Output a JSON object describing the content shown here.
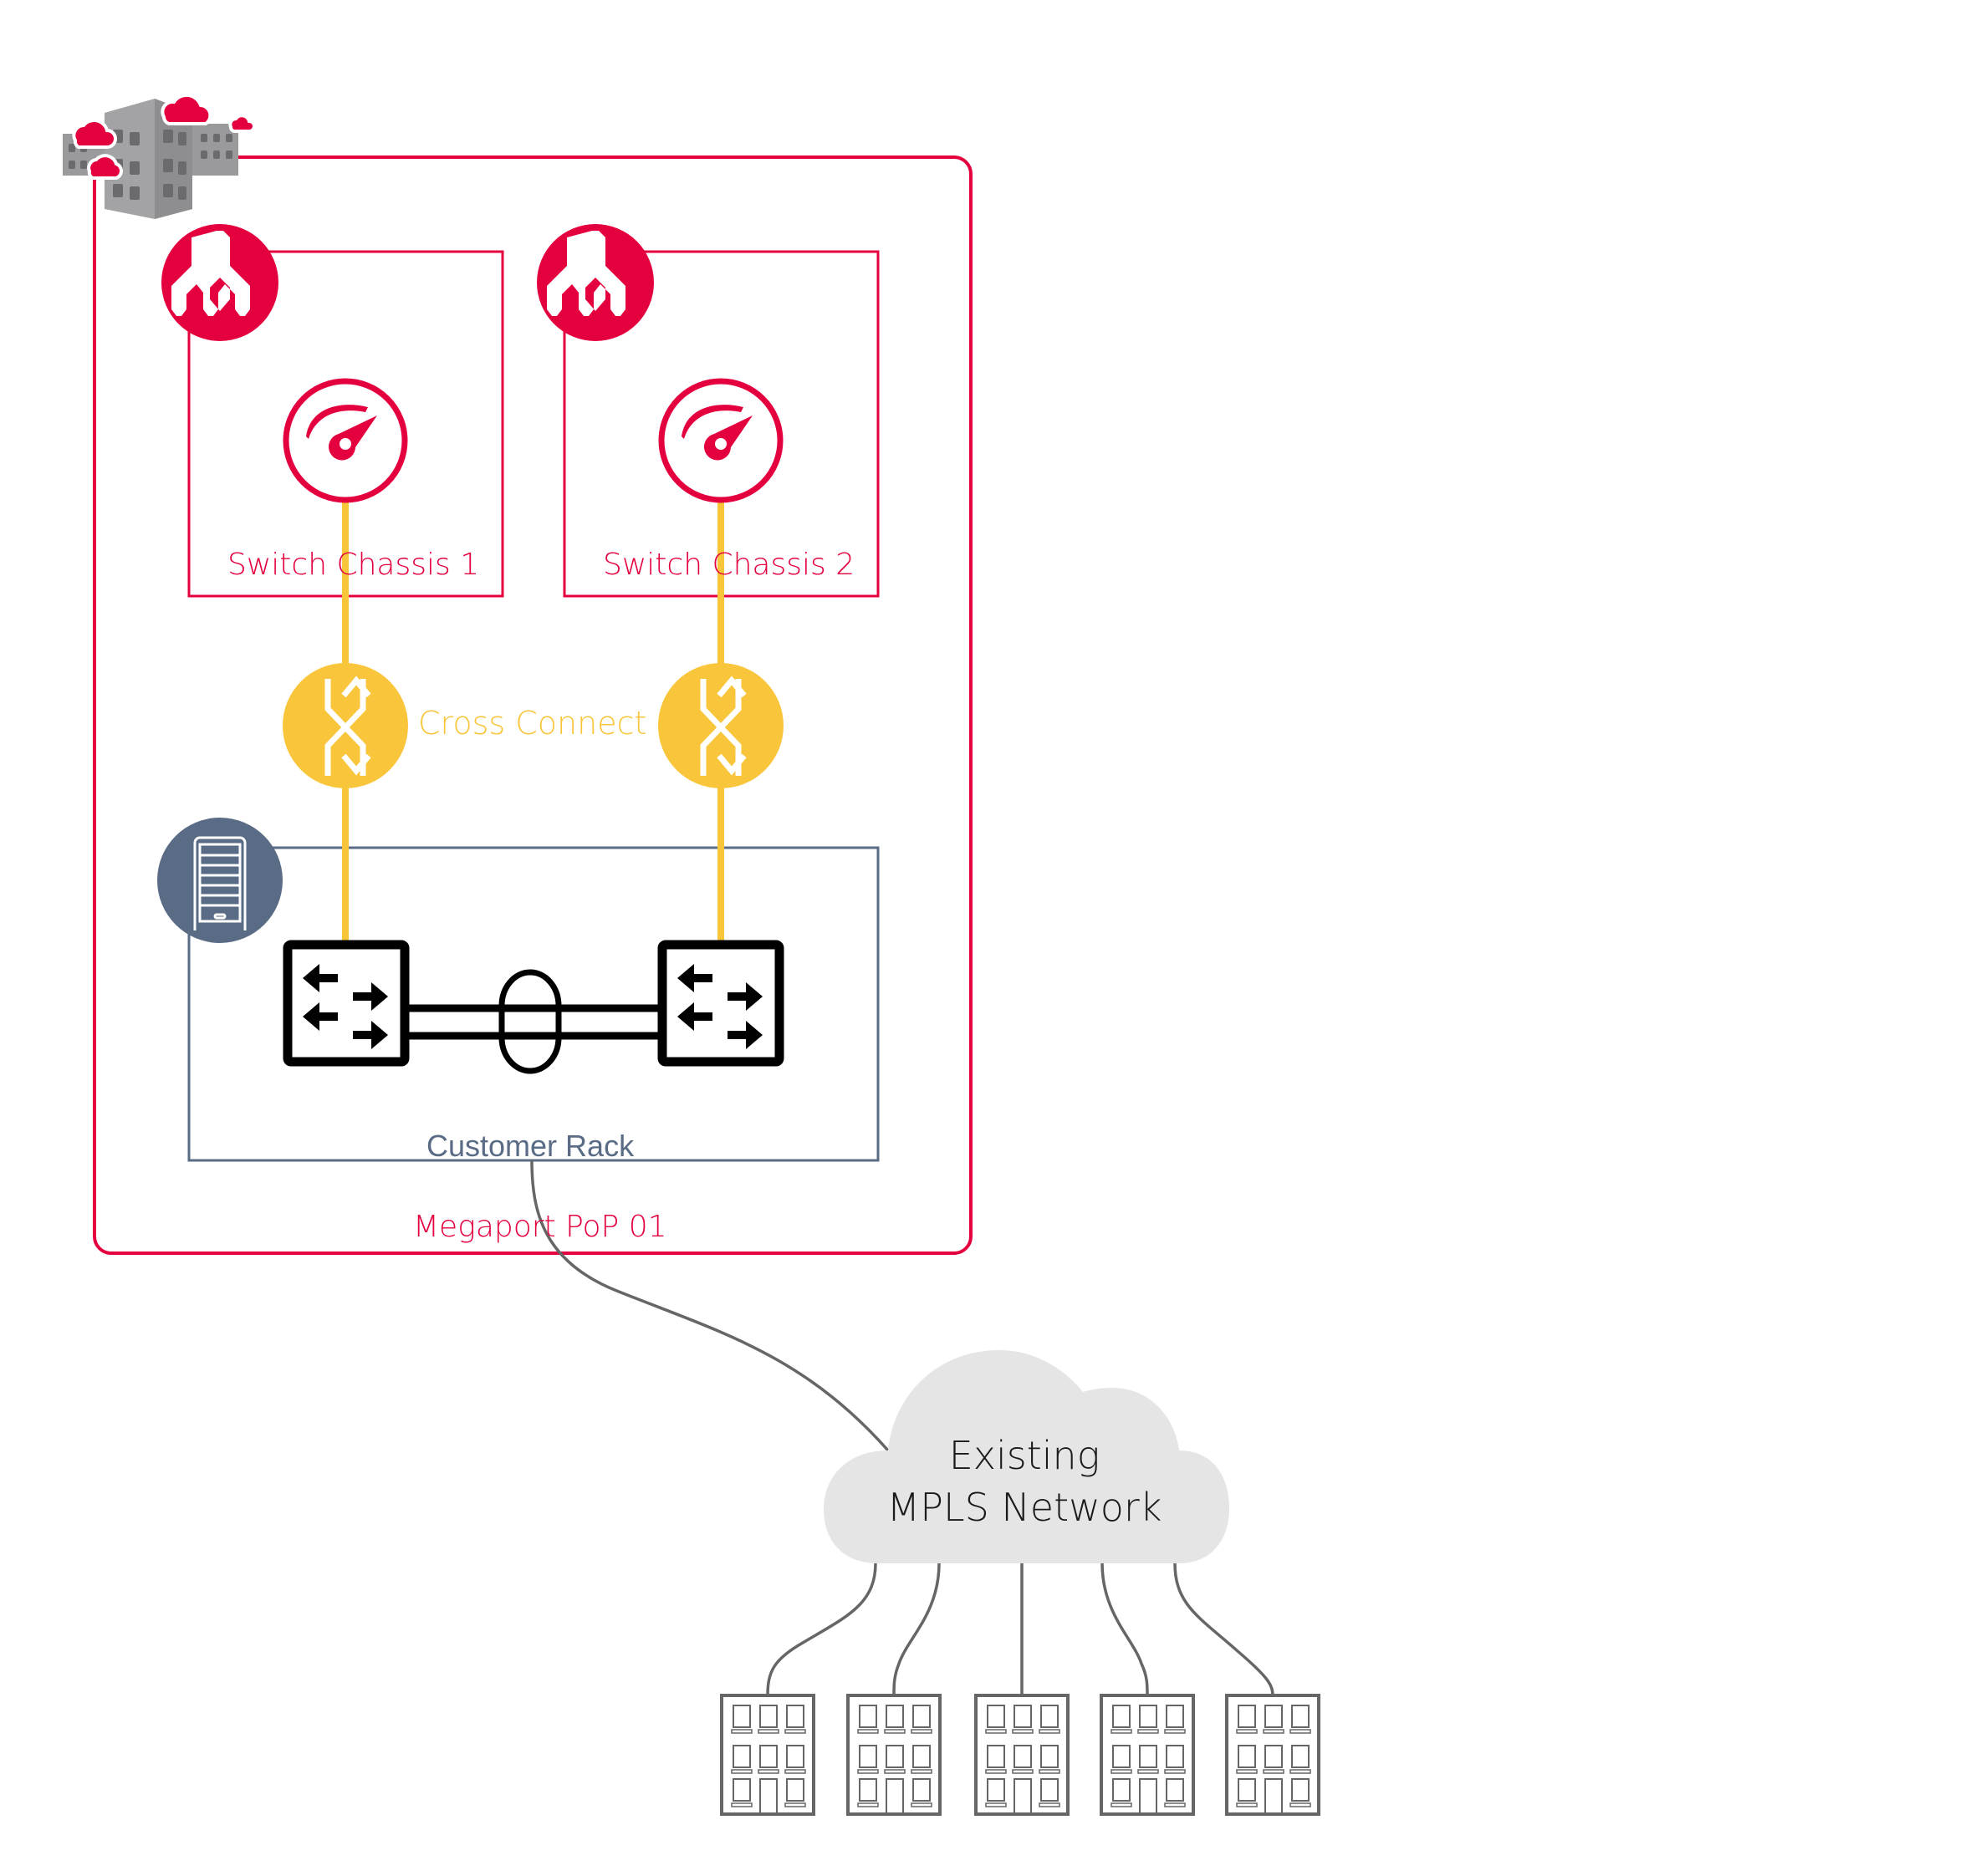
{
  "diagram": {
    "pop": {
      "label": "Megaport PoP 01",
      "icon": "datacenter-buildings-cloud-icon"
    },
    "chassis": [
      {
        "label": "Switch Chassis 1",
        "badge_icon": "megaport-logo-icon",
        "port_icon": "speedometer-port-icon"
      },
      {
        "label": "Switch Chassis 2",
        "badge_icon": "megaport-logo-icon",
        "port_icon": "speedometer-port-icon"
      }
    ],
    "cross_connect": {
      "label": "Cross Connect",
      "icon": "cross-connect-icon"
    },
    "customer_rack": {
      "label": "Customer Rack",
      "badge_icon": "server-rack-icon",
      "switches": [
        {
          "icon": "network-switch-icon"
        },
        {
          "icon": "network-switch-icon"
        }
      ],
      "link": "lag-bundle"
    },
    "cloud": {
      "line1": "Existing",
      "line2": "MPLS Network",
      "icon": "cloud-icon"
    },
    "sites": [
      {
        "icon": "office-building-icon"
      },
      {
        "icon": "office-building-icon"
      },
      {
        "icon": "office-building-icon"
      },
      {
        "icon": "office-building-icon"
      },
      {
        "icon": "office-building-icon"
      }
    ],
    "colors": {
      "megaport_red": "#e4003f",
      "cross_connect_yellow": "#f9c53b",
      "rack_slate": "#5a6b86",
      "link_gray": "#666666",
      "cloud_fill": "#e5e5e5",
      "switch_black": "#000000"
    }
  }
}
